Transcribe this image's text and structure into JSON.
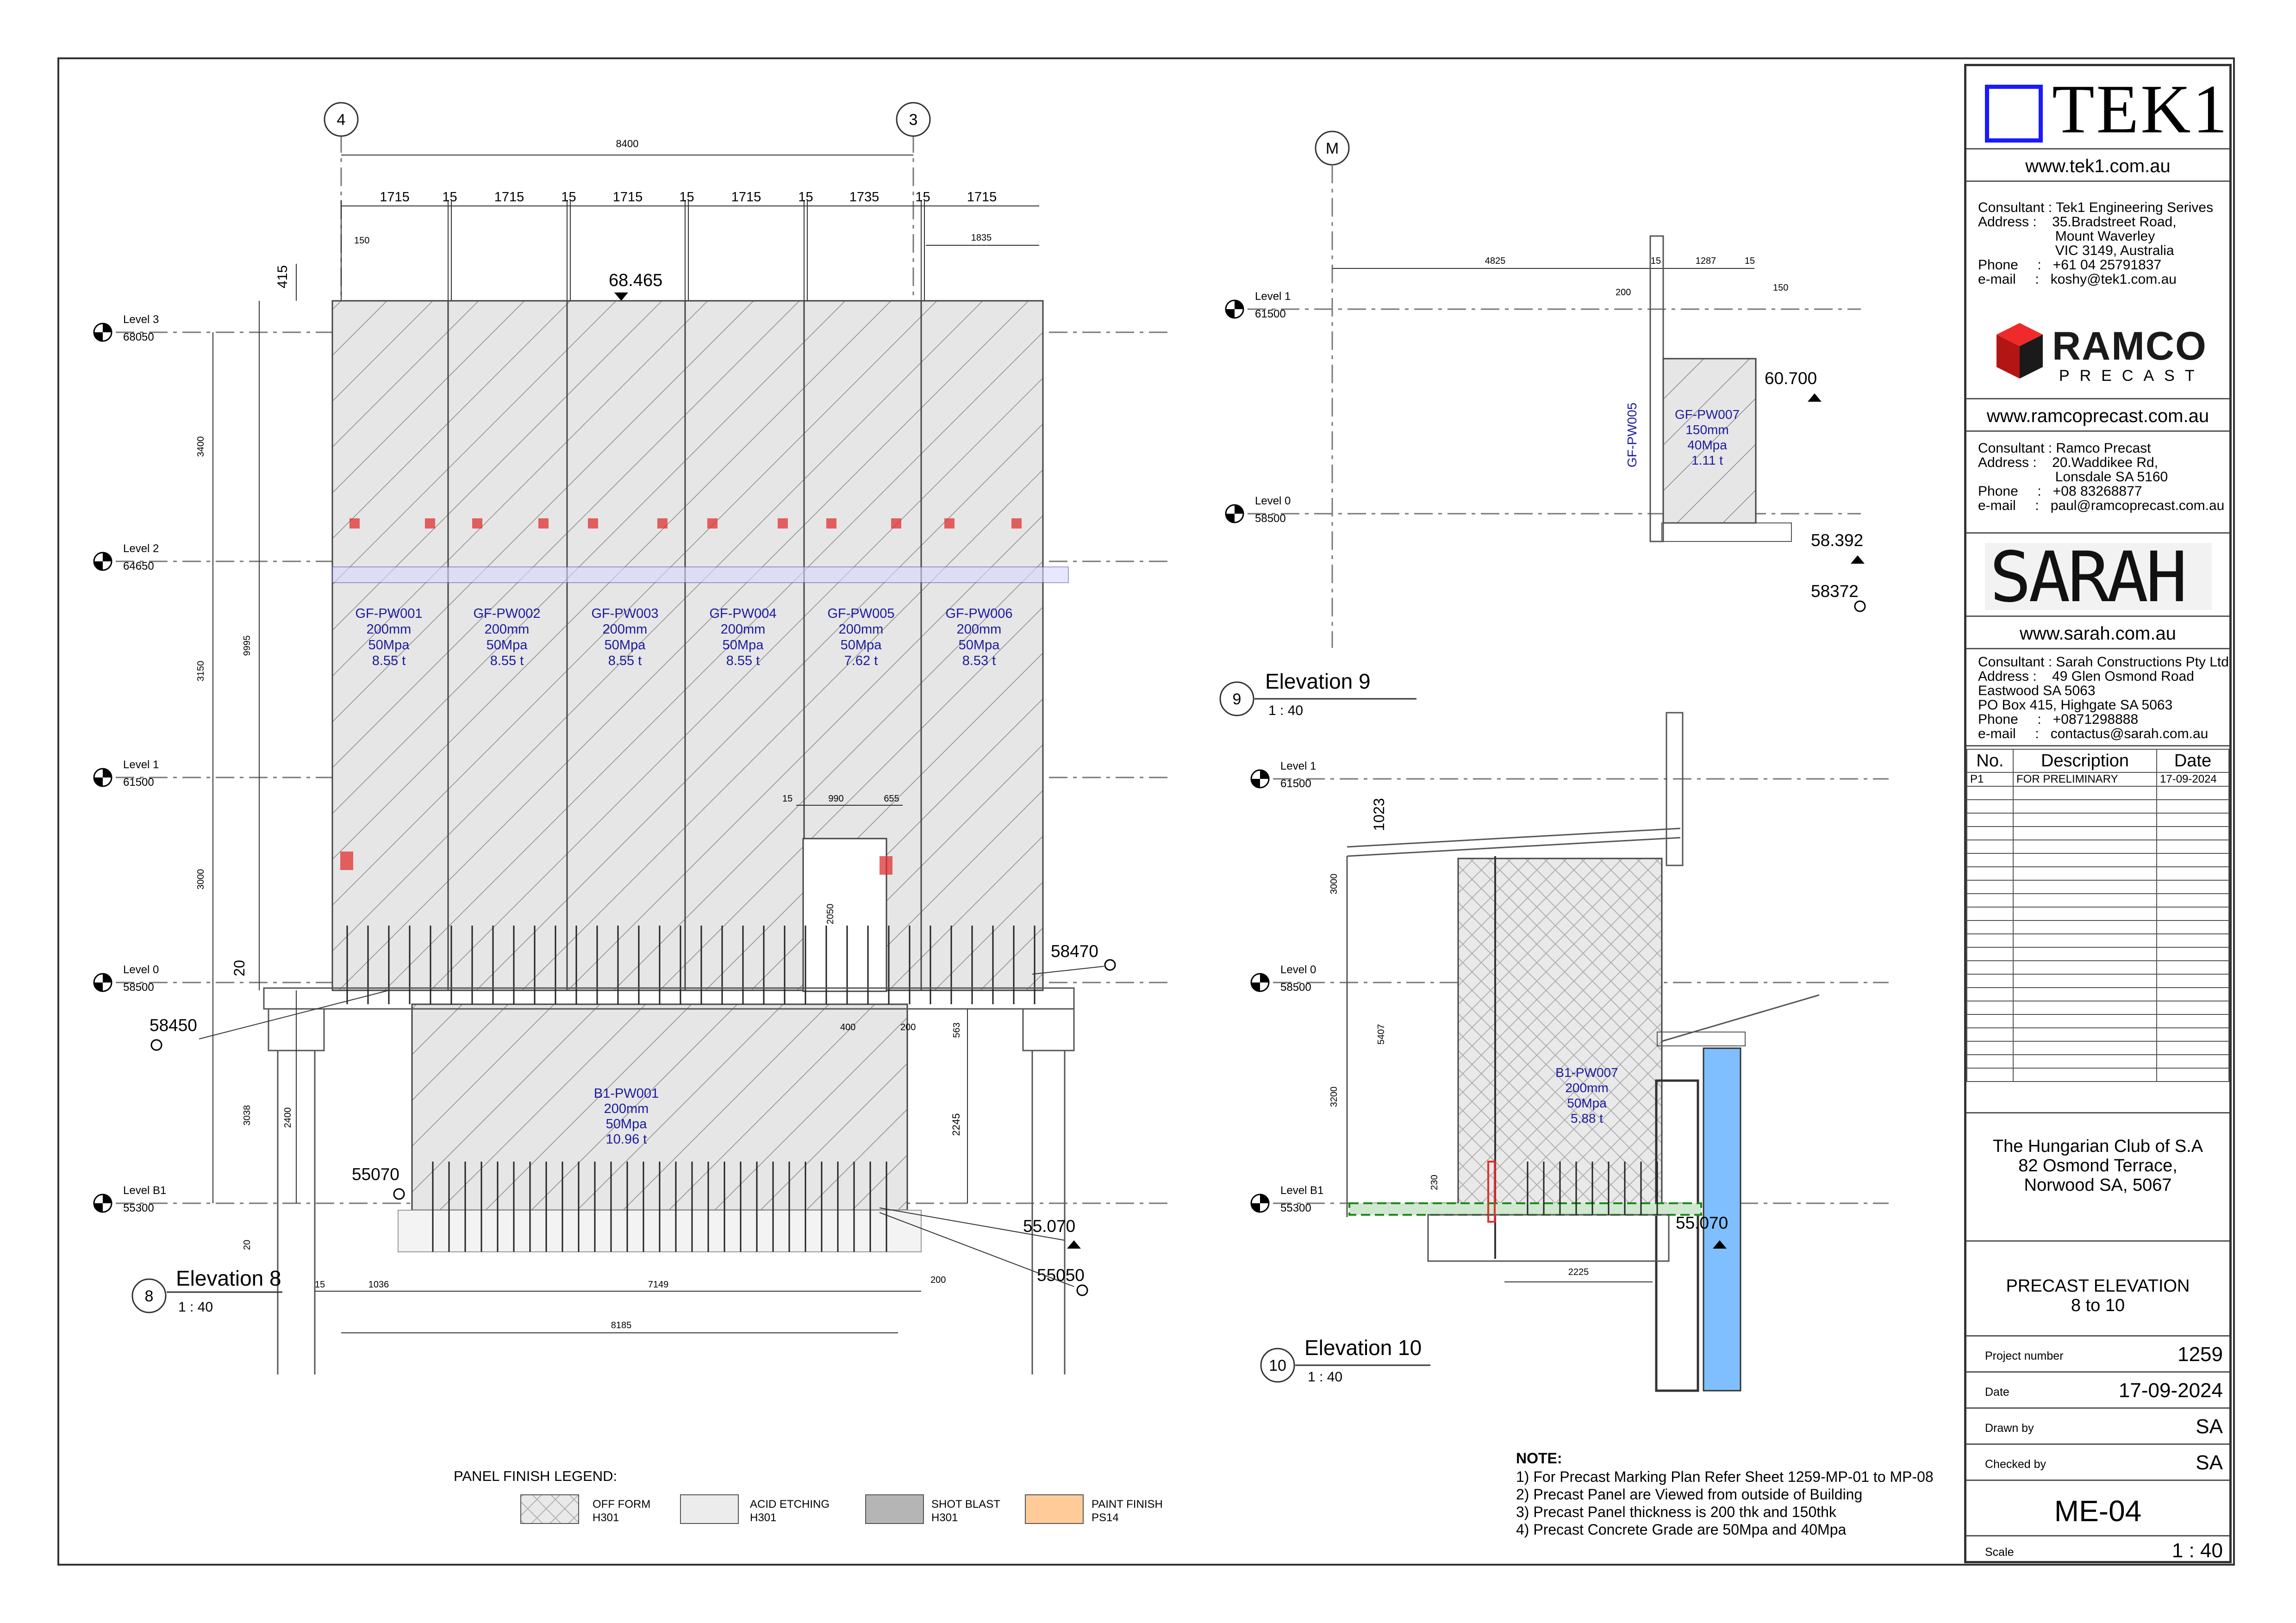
{
  "elevation8": {
    "grid_left": "4",
    "grid_right": "3",
    "overall_width": "8400",
    "panel_widths": [
      "1715",
      "15",
      "1715",
      "15",
      "1715",
      "15",
      "1715",
      "15",
      "1735",
      "15",
      "1715"
    ],
    "dim_150": "150",
    "dim_1835": "1835",
    "dim_415": "415",
    "top_rl": "68.465",
    "levels": [
      {
        "name": "Level 3",
        "rl": "68050"
      },
      {
        "name": "Level 2",
        "rl": "64650"
      },
      {
        "name": "Level 1",
        "rl": "61500"
      },
      {
        "name": "Level 0",
        "rl": "58500"
      },
      {
        "name": "Level B1",
        "rl": "55300"
      }
    ],
    "vert_dims": [
      "3400",
      "3150",
      "3000",
      "3038",
      "9995",
      "2400",
      "20"
    ],
    "panels": [
      {
        "id": "GF-PW001",
        "thk": "200mm",
        "grade": "50Mpa",
        "wt": "8.55 t"
      },
      {
        "id": "GF-PW002",
        "thk": "200mm",
        "grade": "50Mpa",
        "wt": "8.55 t"
      },
      {
        "id": "GF-PW003",
        "thk": "200mm",
        "grade": "50Mpa",
        "wt": "8.55 t"
      },
      {
        "id": "GF-PW004",
        "thk": "200mm",
        "grade": "50Mpa",
        "wt": "8.55 t"
      },
      {
        "id": "GF-PW005",
        "thk": "200mm",
        "grade": "50Mpa",
        "wt": "7.62 t"
      },
      {
        "id": "GF-PW006",
        "thk": "200mm",
        "grade": "50Mpa",
        "wt": "8.53 t"
      }
    ],
    "b1_panel": {
      "id": "B1-PW001",
      "thk": "200mm",
      "grade": "50Mpa",
      "wt": "10.96 t"
    },
    "opening_dims": [
      "15",
      "990",
      "655",
      "2050"
    ],
    "small_dims": [
      "400",
      "200",
      "563",
      "2245"
    ],
    "spot_levels": [
      "58470",
      "58450",
      "55070",
      "55.070",
      "55050"
    ],
    "bottom_dims": [
      "15",
      "1036",
      "7149",
      "200",
      "8185",
      "20"
    ],
    "title": "Elevation 8",
    "scale": "1 : 40",
    "number": "8"
  },
  "elevation9": {
    "grid": "M",
    "dims": [
      "4825",
      "15",
      "1287",
      "15",
      "200",
      "150"
    ],
    "levels": [
      {
        "name": "Level 1",
        "rl": "61500"
      },
      {
        "name": "Level 0",
        "rl": "58500"
      }
    ],
    "side_label": "GF-PW005",
    "panel": {
      "id": "GF-PW007",
      "thk": "150mm",
      "grade": "40Mpa",
      "wt": "1.11 t"
    },
    "spot_levels": [
      "60.700",
      "58.392",
      "58372"
    ],
    "title": "Elevation 9",
    "scale": "1 : 40",
    "number": "9"
  },
  "elevation10": {
    "levels": [
      {
        "name": "Level 1",
        "rl": "61500"
      },
      {
        "name": "Level 0",
        "rl": "58500"
      },
      {
        "name": "Level B1",
        "rl": "55300"
      }
    ],
    "dims": [
      "1023",
      "3000",
      "5407",
      "3200",
      "230",
      "2225"
    ],
    "panel": {
      "id": "B1-PW007",
      "thk": "200mm",
      "grade": "50Mpa",
      "wt": "5.88 t"
    },
    "spot_level": "55.070",
    "title": "Elevation 10",
    "scale": "1 : 40",
    "number": "10"
  },
  "legend": {
    "title": "PANEL FINISH LEGEND:",
    "items": [
      {
        "label": "OFF FORM",
        "code": "H301"
      },
      {
        "label": "ACID ETCHING",
        "code": "H301"
      },
      {
        "label": "SHOT BLAST",
        "code": "H301"
      },
      {
        "label": "PAINT FINISH",
        "code": "PS14"
      }
    ]
  },
  "notes": {
    "title": "NOTE:",
    "lines": [
      "1) For Precast Marking Plan Refer Sheet 1259-MP-01 to MP-08",
      "2) Precast Panel are Viewed from outside of Building",
      "3) Precast Panel thickness is 200 thk and 150thk",
      "4) Precast Concrete Grade are 50Mpa and 40Mpa"
    ]
  },
  "title_block": {
    "tek1_logo": "TEK1",
    "tek1_url": "www.tek1.com.au",
    "tek1_consultant": [
      "Consultant : Tek1 Engineering Serives",
      "Address :    35.Bradstreet Road,",
      "                    Mount Waverley",
      "                    VIC 3149, Australia",
      "Phone     :   +61 04 25791837",
      "e-mail     :   koshy@tek1.com.au"
    ],
    "ramco_logo": "RAMCO",
    "ramco_sub": "PRECAST",
    "ramco_url": "www.ramcoprecast.com.au",
    "ramco_consultant": [
      "Consultant : Ramco Precast",
      "Address :    20.Waddikee Rd,",
      "                    Lonsdale SA 5160",
      "Phone     :   +08 83268877",
      "e-mail     :   paul@ramcoprecast.com.au"
    ],
    "sarah_logo": "SARAH",
    "sarah_url": "www.sarah.com.au",
    "sarah_consultant": [
      "Consultant : Sarah Constructions Pty Ltd",
      "Address :    49 Glen Osmond Road",
      "Eastwood SA 5063",
      "PO Box 415, Highgate SA 5063",
      "Phone     :   +0871298888",
      "e-mail     :   contactus@sarah.com.au"
    ],
    "revision_headers": [
      "No.",
      "Description",
      "Date"
    ],
    "revisions": [
      {
        "no": "P1",
        "desc": "FOR PRELIMINARY",
        "date": "17-09-2024"
      }
    ],
    "project_lines": [
      "The Hungarian Club of S.A",
      "82 Osmond Terrace,",
      "Norwood SA, 5067"
    ],
    "drawing_title": [
      "PRECAST  ELEVATION",
      "8 to 10"
    ],
    "project_number_label": "Project number",
    "project_number": "1259",
    "date_label": "Date",
    "date": "17-09-2024",
    "drawn_label": "Drawn by",
    "drawn": "SA",
    "checked_label": "Checked by",
    "checked": "SA",
    "sheet_number": "ME-04",
    "scale_label": "Scale",
    "scale": "1 : 40"
  }
}
